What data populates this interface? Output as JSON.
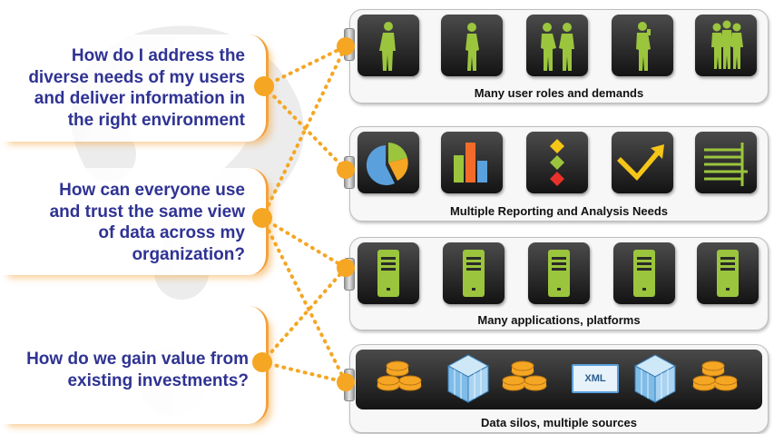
{
  "questions": [
    {
      "line1": "How do I address the",
      "line2": "diverse needs of my users",
      "line3": "and deliver information in",
      "line4": "the right environment"
    },
    {
      "line1": "How can everyone use",
      "line2": "and trust the same view",
      "line3": "of data across my",
      "line4": "organization?"
    },
    {
      "line1": "How do we gain value from",
      "line2": "existing investments?"
    }
  ],
  "panels": [
    {
      "title": "Many user roles and demands",
      "icons": [
        "person-walking-icon",
        "person-standing-icon",
        "two-people-icon",
        "person-phone-icon",
        "group-people-icon"
      ]
    },
    {
      "title": "Multiple Reporting and Analysis Needs",
      "icons": [
        "pie-chart-icon",
        "bar-chart-icon",
        "diamond-scorecard-icon",
        "trend-arrow-icon",
        "line-grid-icon"
      ]
    },
    {
      "title": "Many applications, platforms",
      "icons": [
        "server-icon",
        "server-icon",
        "server-icon",
        "server-icon",
        "server-icon"
      ]
    },
    {
      "title": "Data silos, multiple sources",
      "icons": [
        "database-icon",
        "data-cube-icon",
        "database-icon",
        "xml-file-icon",
        "data-cube-icon",
        "database-icon"
      ],
      "xml_label": "XML"
    }
  ],
  "colors": {
    "question_text": "#2f3393",
    "accent_orange": "#f5a623",
    "icon_green": "#9bc53d",
    "tile_dark": "#1f1f1f"
  }
}
